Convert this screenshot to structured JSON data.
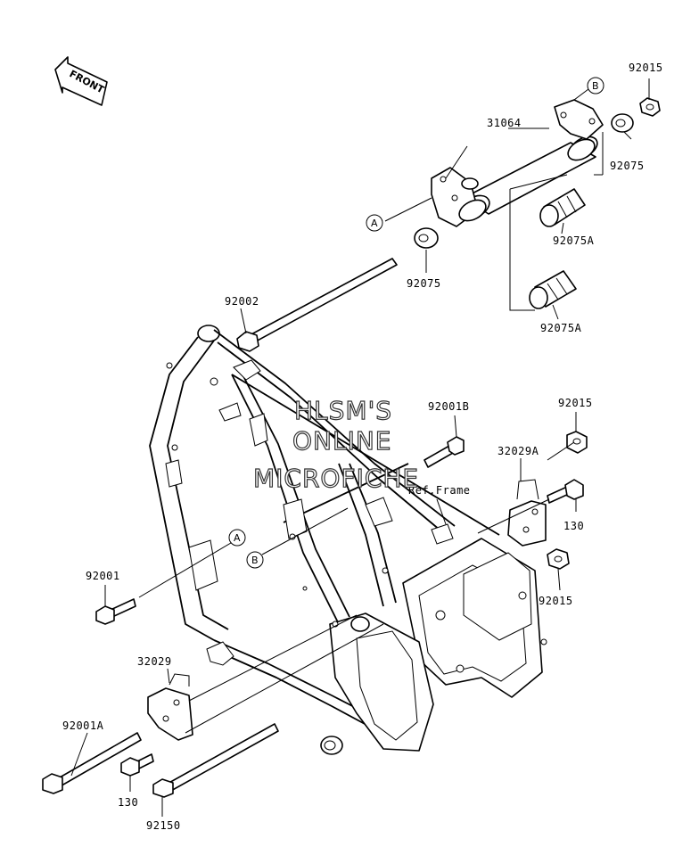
{
  "front_arrow": {
    "label": "FRONT"
  },
  "watermark": {
    "line1": "HLSM'S",
    "line2": "ONLINE",
    "line3": "MICROFICHE"
  },
  "ref_frame": "Ref.Frame",
  "circles": {
    "a": "A",
    "b": "B"
  },
  "parts": {
    "p31064": "31064",
    "p92015_top": "92015",
    "p92075_right": "92075",
    "p92075A_upper": "92075A",
    "p92075_left": "92075",
    "p92075A_lower": "92075A",
    "p92002": "92002",
    "p92001B": "92001B",
    "p92015_mid": "92015",
    "p32029A": "32029A",
    "p130_right": "130",
    "p92015_low": "92015",
    "p92001": "92001",
    "p32029": "32029",
    "p92001A": "92001A",
    "p130_left": "130",
    "p92150": "92150"
  }
}
